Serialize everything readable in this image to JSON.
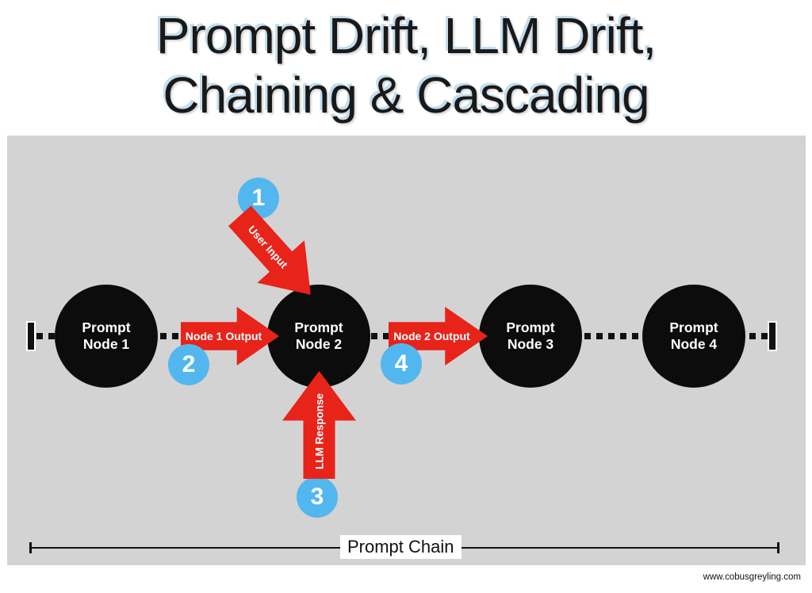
{
  "title": {
    "line1": "Prompt Drift, LLM Drift,",
    "line2": "Chaining & Cascading"
  },
  "nodes": [
    {
      "line1": "Prompt",
      "line2": "Node 1"
    },
    {
      "line1": "Prompt",
      "line2": "Node 2"
    },
    {
      "line1": "Prompt",
      "line2": "Node 3"
    },
    {
      "line1": "Prompt",
      "line2": "Node 4"
    }
  ],
  "flows": {
    "user_input": {
      "step": "1",
      "label": "User Input"
    },
    "node1_output": {
      "step": "2",
      "label": "Node 1 Output"
    },
    "llm_response": {
      "step": "3",
      "label": "LLM Response"
    },
    "node2_output": {
      "step": "4",
      "label": "Node 2 Output"
    }
  },
  "chain_label": "Prompt Chain",
  "footer": "www.cobusgreyling.com",
  "colors": {
    "red": "#e8231a",
    "blue": "#53b7ef",
    "panel": "#d3d3d3",
    "ink": "#111111"
  }
}
